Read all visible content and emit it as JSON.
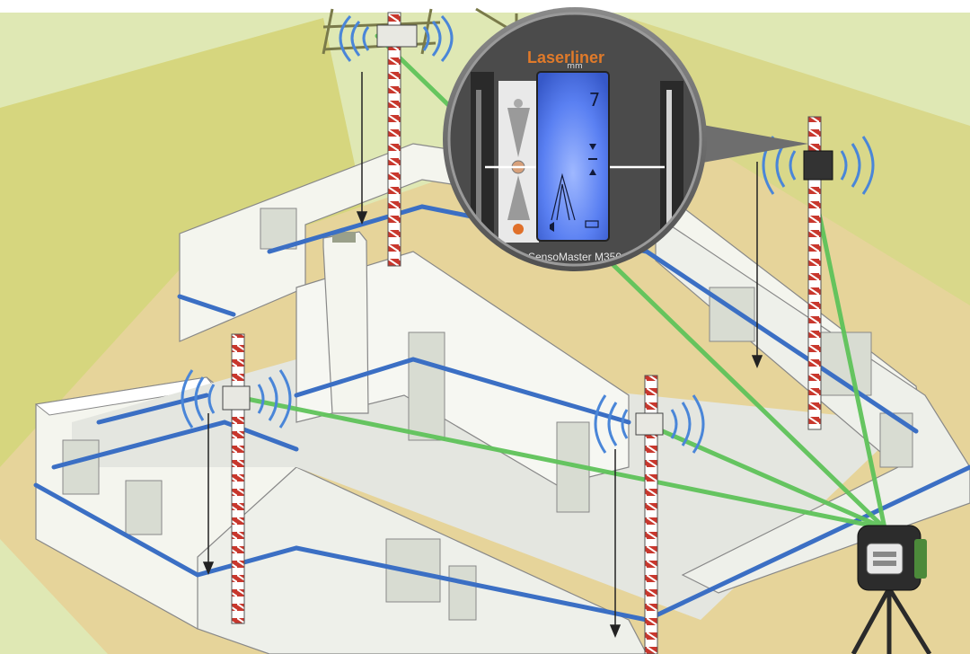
{
  "device": {
    "brand": "Laserliner",
    "model": "SensoMaster M350",
    "display_unit": "mm",
    "display_digit": "7"
  },
  "colors": {
    "ground": "#dfe8b4",
    "slope": "#d6d67e",
    "pit": "#e6d49a",
    "wall": "#f4f5ee",
    "wall_shade": "#dde1db",
    "laser_line": "#3b6fc4",
    "laser_beam": "#5fc35a",
    "signal_wave": "#4a86d8",
    "lcd": "#4f79f0",
    "rod_red": "#c8372d",
    "device_bezel": "#6e6e6e"
  }
}
